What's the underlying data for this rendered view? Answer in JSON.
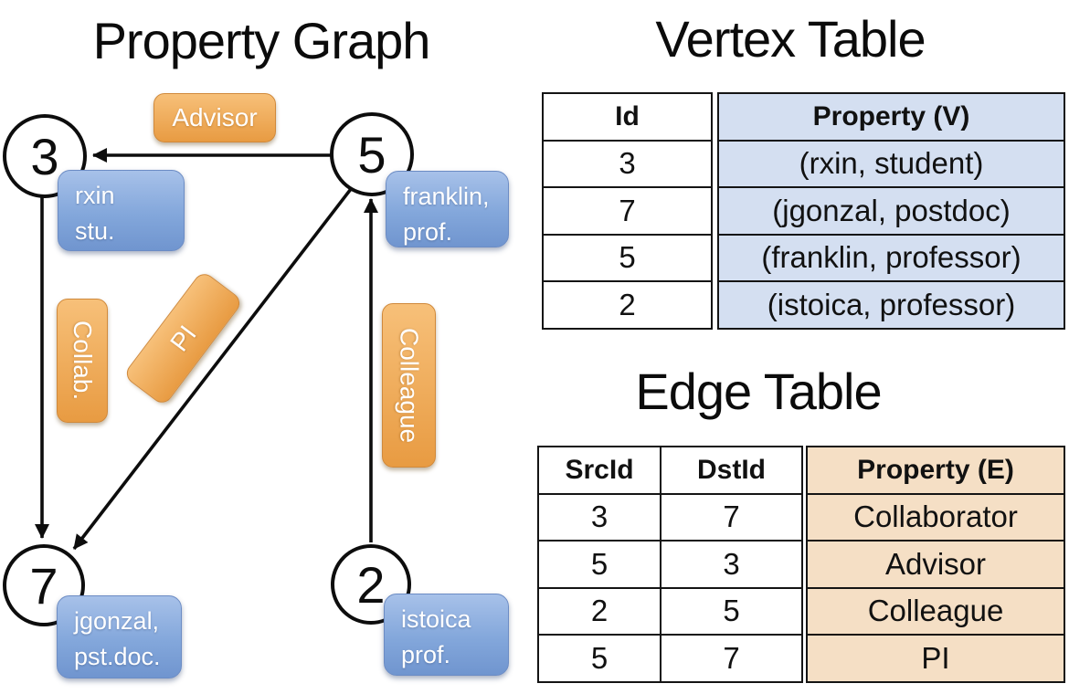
{
  "graph": {
    "title": "Property Graph",
    "nodes": [
      {
        "id": "3",
        "property": [
          "rxin",
          "stu."
        ]
      },
      {
        "id": "5",
        "property": [
          "franklin,",
          "prof."
        ]
      },
      {
        "id": "7",
        "property": [
          "jgonzal,",
          "pst.doc."
        ]
      },
      {
        "id": "2",
        "property": [
          "istoica",
          "prof."
        ]
      }
    ],
    "edges": [
      {
        "src": "5",
        "dst": "3",
        "label": "Advisor"
      },
      {
        "src": "3",
        "dst": "7",
        "label": "Collab."
      },
      {
        "src": "5",
        "dst": "7",
        "label": "PI"
      },
      {
        "src": "2",
        "dst": "5",
        "label": "Colleague"
      }
    ]
  },
  "vertex_table": {
    "title": "Vertex Table",
    "columns": [
      "Id",
      "Property (V)"
    ],
    "rows": [
      [
        "3",
        "(rxin, student)"
      ],
      [
        "7",
        "(jgonzal, postdoc)"
      ],
      [
        "5",
        "(franklin, professor)"
      ],
      [
        "2",
        "(istoica, professor)"
      ]
    ]
  },
  "edge_table": {
    "title": "Edge Table",
    "columns": [
      "SrcId",
      "DstId",
      "Property (E)"
    ],
    "rows": [
      [
        "3",
        "7",
        "Collaborator"
      ],
      [
        "5",
        "3",
        "Advisor"
      ],
      [
        "2",
        "5",
        "Colleague"
      ],
      [
        "5",
        "7",
        "PI"
      ]
    ]
  },
  "colors": {
    "ink": "#0d0d0d",
    "vertex_fill": "#D4DFF1",
    "edge_fill": "#F5DFC5",
    "node_box_top": "#A7C1E9",
    "node_box_bottom": "#7095CF",
    "node_box_border": "#6C8CC4",
    "edge_box_top": "#F7C079",
    "edge_box_bottom": "#E89B42",
    "edge_box_border": "#D0893B"
  }
}
